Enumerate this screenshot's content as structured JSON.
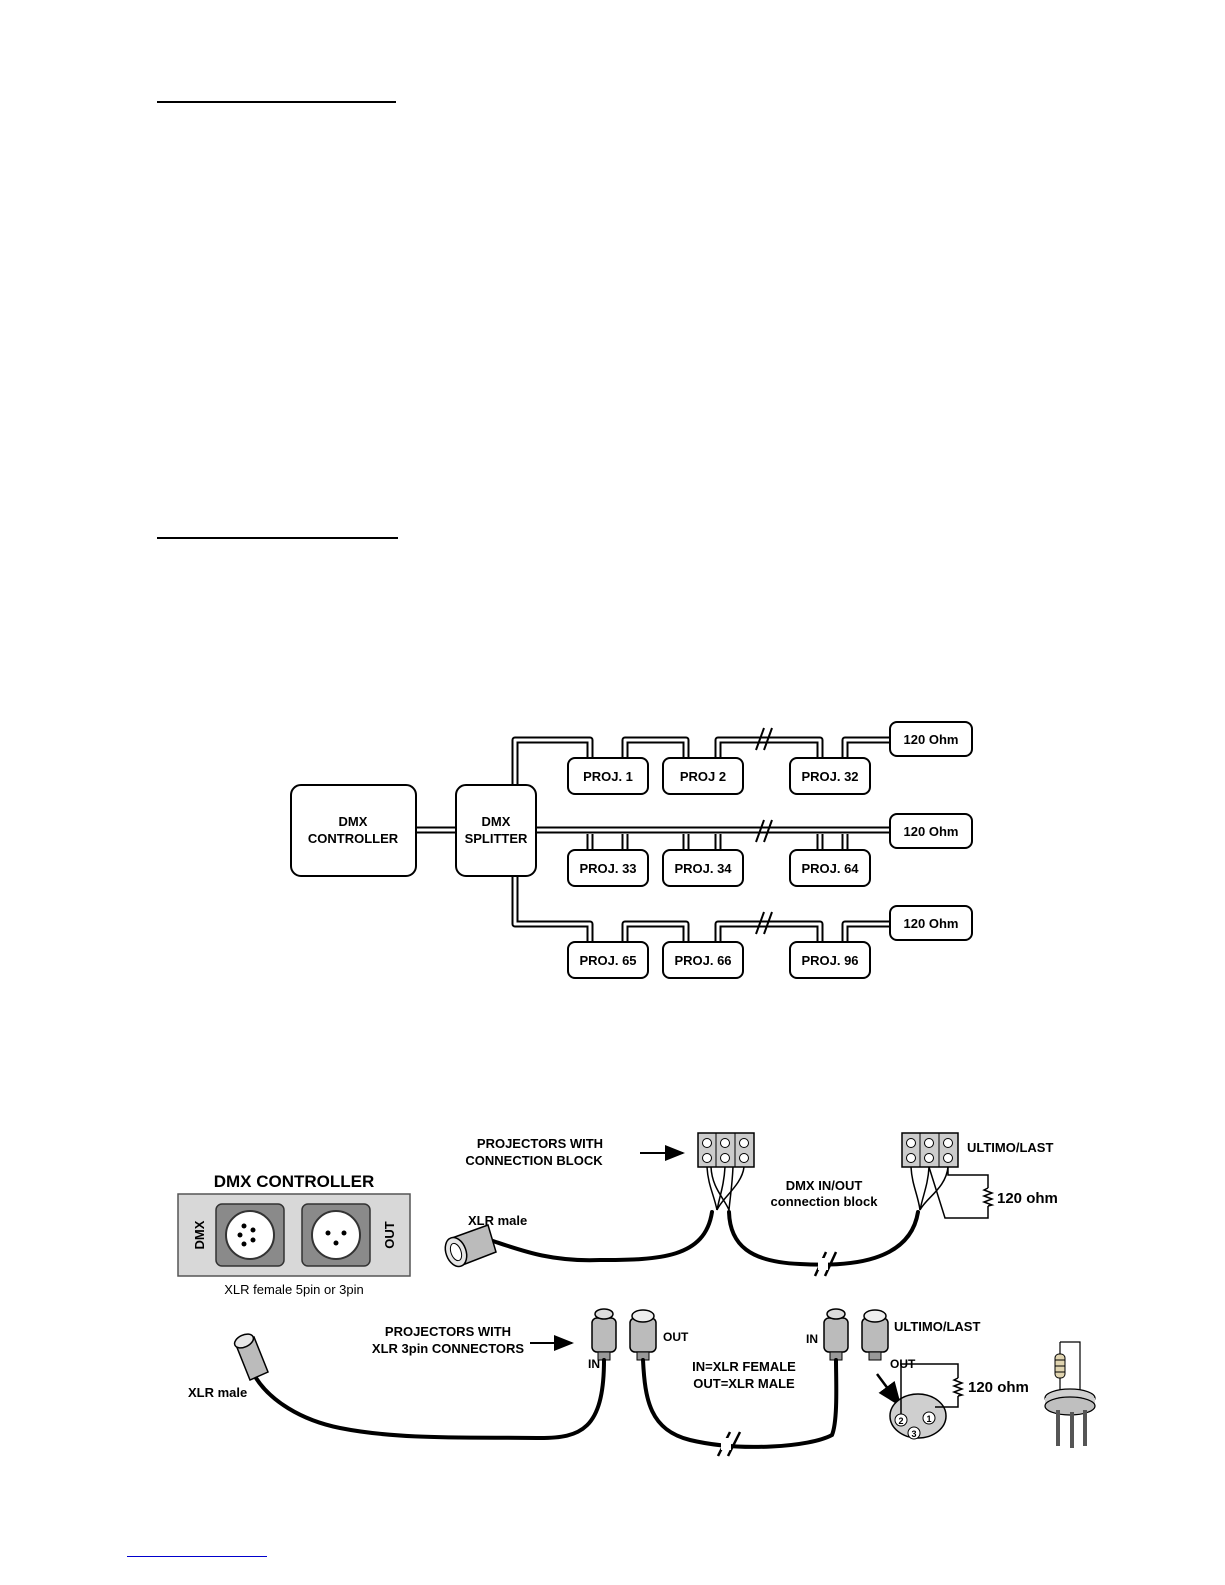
{
  "network": {
    "controller_line1": "DMX",
    "controller_line2": "CONTROLLER",
    "splitter_line1": "DMX",
    "splitter_line2": "SPLITTER",
    "row1": [
      "PROJ. 1",
      "PROJ 2",
      "PROJ. 32"
    ],
    "row2": [
      "PROJ. 33",
      "PROJ. 34",
      "PROJ. 64"
    ],
    "row3": [
      "PROJ. 65",
      "PROJ. 66",
      "PROJ. 96"
    ],
    "terminator": "120 Ohm"
  },
  "wiring": {
    "controller_title": "DMX CONTROLLER",
    "panel_left": "DMX",
    "panel_right": "OUT",
    "panel_caption": "XLR female 5pin or 3pin",
    "block_label_1": "PROJECTORS WITH",
    "block_label_2": "CONNECTION BLOCK",
    "block_mid_1": "DMX IN/OUT",
    "block_mid_2": "connection block",
    "last_label": "ULTIMO/LAST",
    "xlr_male": "XLR male",
    "resistor": "120 ohm",
    "xlr_label_1": "PROJECTORS WITH",
    "xlr_label_2": "XLR 3pin CONNECTORS",
    "in_label": "IN",
    "out_label": "OUT",
    "inout_1": "IN=XLR FEMALE",
    "inout_2": "OUT=XLR MALE",
    "pin1": "1",
    "pin2": "2",
    "pin3": "3"
  }
}
